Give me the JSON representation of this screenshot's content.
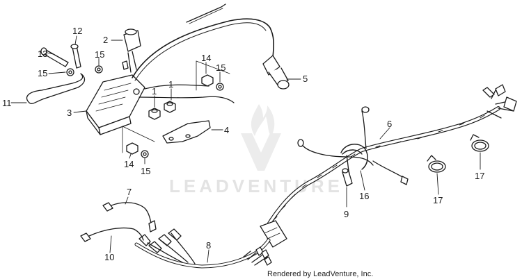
{
  "callouts": {
    "c1a": "1",
    "c1b": "1",
    "c2": "2",
    "c3": "3",
    "c4": "4",
    "c5": "5",
    "c6": "6",
    "c7": "7",
    "c8": "8",
    "c9": "9",
    "c10": "10",
    "c11": "11",
    "c12": "12",
    "c13": "13",
    "c14a": "14",
    "c14b": "14",
    "c15a": "15",
    "c15b": "15",
    "c15c": "15",
    "c15d": "15",
    "c16": "16",
    "c17a": "17",
    "c17b": "17"
  },
  "watermark": "LEADVENTURE",
  "credit": "Rendered by LeadVenture, Inc.",
  "colors": {
    "line": "#1a1a1a",
    "watermark": "#e3e3e3"
  }
}
